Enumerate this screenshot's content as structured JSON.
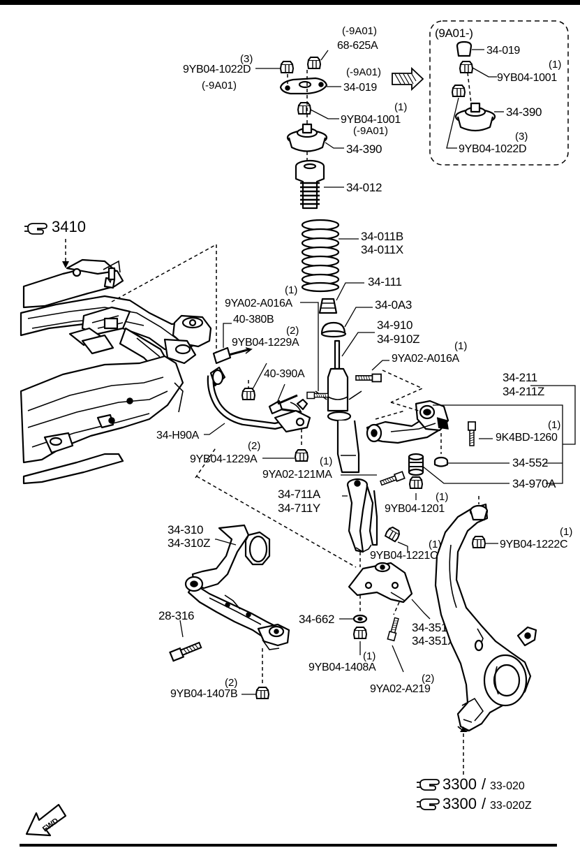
{
  "variant_box": {
    "title": "(9A01-)"
  },
  "labels": {
    "p68_625a_note": "(-9A01)",
    "p68_625a": "68-625A",
    "p9yb04_1022d_qty": "(3)",
    "p9yb04_1022d": "9YB04-1022D",
    "p9yb04_1022d_note": "(-9A01)",
    "p34_019_note": "(-9A01)",
    "p34_019": "34-019",
    "p9yb04_1001_qty": "(1)",
    "p9yb04_1001": "9YB04-1001",
    "p9yb04_1001_note": "(-9A01)",
    "p34_390": "34-390",
    "p34_012": "34-012",
    "box_34_019": "34-019",
    "box_9yb04_1001_qty": "(1)",
    "box_9yb04_1001": "9YB04-1001",
    "box_34_390": "34-390",
    "box_9yb04_1022d_qty": "(3)",
    "box_9yb04_1022d": "9YB04-1022D",
    "p34_011b": "34-011B",
    "p34_011x": "34-011X",
    "p34_111": "34-111",
    "p34_0a3": "34-0A3",
    "p9ya02_a016a_top_qty": "(1)",
    "p9ya02_a016a_top": "9YA02-A016A",
    "p34_910": "34-910",
    "p34_910z": "34-910Z",
    "p9ya02_a016a_qty": "(1)",
    "p9ya02_a016a": "9YA02-A016A",
    "p40_380b": "40-380B",
    "p9yb04_1229a_top_qty": "(2)",
    "p9yb04_1229a_top": "9YB04-1229A",
    "p40_390a": "40-390A",
    "p34_h90a": "34-H90A",
    "p9yb04_1229a_qty": "(2)",
    "p9yb04_1229a": "9YB04-1229A",
    "p34_211": "34-211",
    "p34_211z": "34-211Z",
    "p9k4bd_1260_qty": "(1)",
    "p9k4bd_1260": "9K4BD-1260",
    "p34_552": "34-552",
    "p34_970a": "34-970A",
    "p9ya02_121ma_qty": "(1)",
    "p9ya02_121ma": "9YA02-121MA",
    "p34_711a": "34-711A",
    "p34_711y": "34-711Y",
    "p9yb04_1201_qty": "(1)",
    "p9yb04_1201": "9YB04-1201",
    "p9yb04_1222c_qty": "(1)",
    "p9yb04_1222c": "9YB04-1222C",
    "p34_310": "34-310",
    "p34_310z": "34-310Z",
    "p9yb04_1221c_qty": "(1)",
    "p9yb04_1221c": "9YB04-1221C",
    "p28_316": "28-316",
    "p34_662": "34-662",
    "p34_351a": "34-351A",
    "p34_351x": "34-351X",
    "p9yb04_1408a_qty": "(1)",
    "p9yb04_1408a": "9YB04-1408A",
    "p9ya02_a219_qty": "(2)",
    "p9ya02_a219": "9YA02-A219",
    "p9yb04_1407b_qty": "(2)",
    "p9yb04_1407b": "9YB04-1407B"
  },
  "refs": {
    "subframe": "3410",
    "knuckle_main": "3300",
    "knuckle_sub1": "33-020",
    "knuckle_sub2": "33-020Z",
    "slash": "/"
  },
  "fwd": "FWD",
  "icons": {
    "pointing_hand": "pointing-hand-icon",
    "arrow": "hatched-arrow-icon",
    "fwd": "fwd-arrow-icon"
  },
  "colors": {
    "ink": "#000000",
    "paper": "#ffffff"
  }
}
